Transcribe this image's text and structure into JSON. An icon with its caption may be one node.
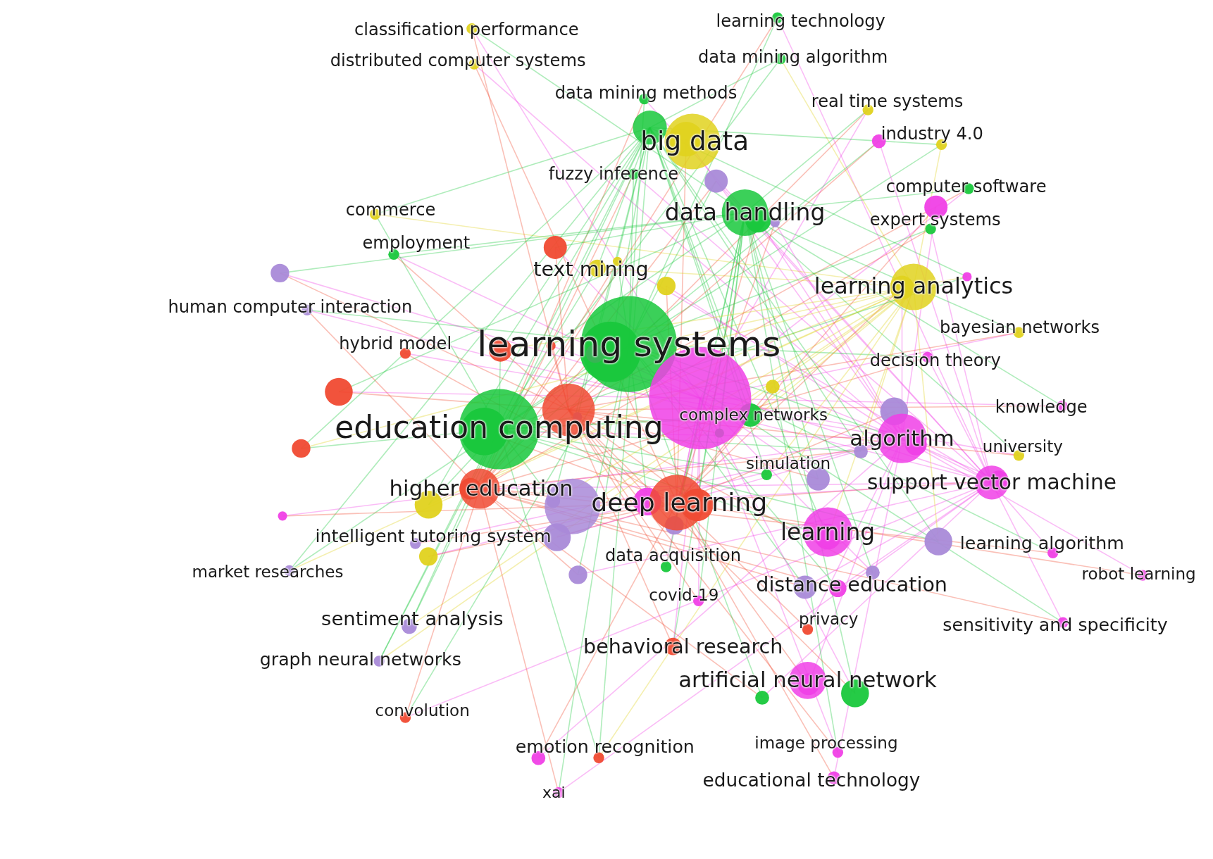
{
  "diagram": {
    "labels": [
      "learning technology",
      "classification performance",
      "data mining algorithm",
      "distributed computer systems",
      "data mining methods",
      "real time systems",
      "industry 4.0",
      "big data",
      "fuzzy inference",
      "computer software",
      "commerce",
      "data handling",
      "expert systems",
      "employment",
      "text mining",
      "learning analytics",
      "human computer interaction",
      "bayesian networks",
      "learning systems",
      "hybrid model",
      "decision theory",
      "knowledge",
      "complex networks",
      "education computing",
      "algorithm",
      "university",
      "simulation",
      "support vector machine",
      "higher education",
      "deep learning",
      "learning",
      "intelligent tutoring system",
      "learning algorithm",
      "data acquisition",
      "market researches",
      "robot learning",
      "distance education",
      "covid-19",
      "sentiment analysis",
      "privacy",
      "sensitivity and specificity",
      "behavioral research",
      "graph neural networks",
      "artificial neural network",
      "convolution",
      "image processing",
      "emotion recognition",
      "educational technology",
      "xai"
    ]
  }
}
